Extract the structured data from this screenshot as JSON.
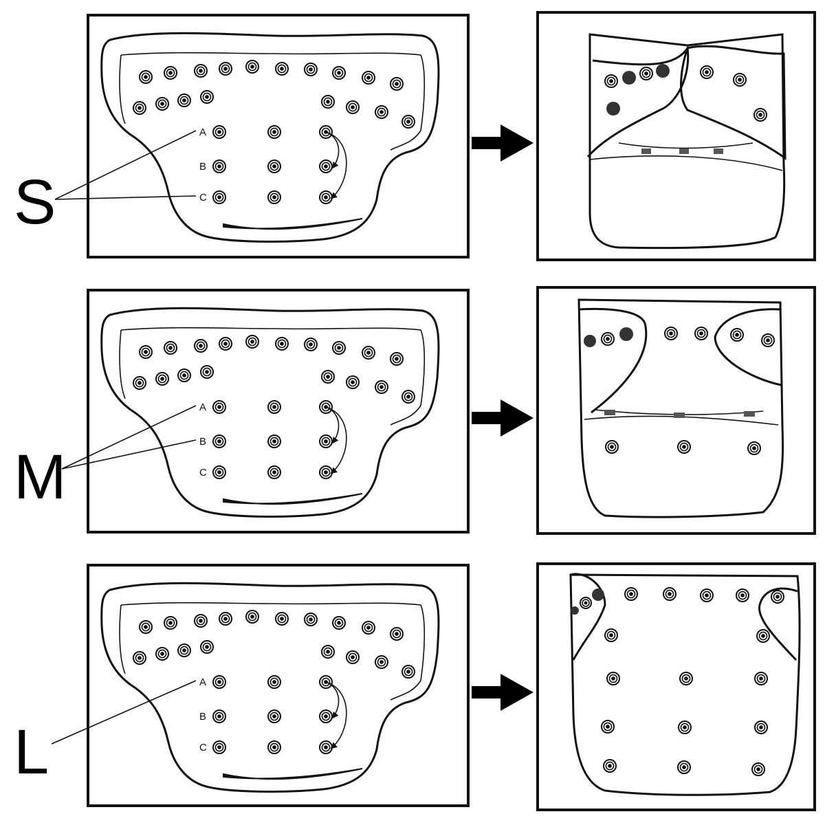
{
  "panels": [
    {
      "size": "S",
      "rows": [
        "A",
        "B",
        "C"
      ],
      "row_pointers": [
        "A",
        "C"
      ],
      "closed_snaps": "top"
    },
    {
      "size": "M",
      "rows": [
        "A",
        "B",
        "C"
      ],
      "row_pointers": [
        "A",
        "B"
      ],
      "closed_snaps": "middle"
    },
    {
      "size": "L",
      "rows": [
        "A",
        "B",
        "C"
      ],
      "row_pointers": [
        "A"
      ],
      "closed_snaps": "none"
    }
  ],
  "colors": {
    "ink": "#111111",
    "background": "#ffffff",
    "filled_snap": "#333333"
  },
  "icons": {
    "arrow": "right-arrow-icon",
    "snap": "snap-icon",
    "curved_arrow": "curved-arrow-icon"
  }
}
